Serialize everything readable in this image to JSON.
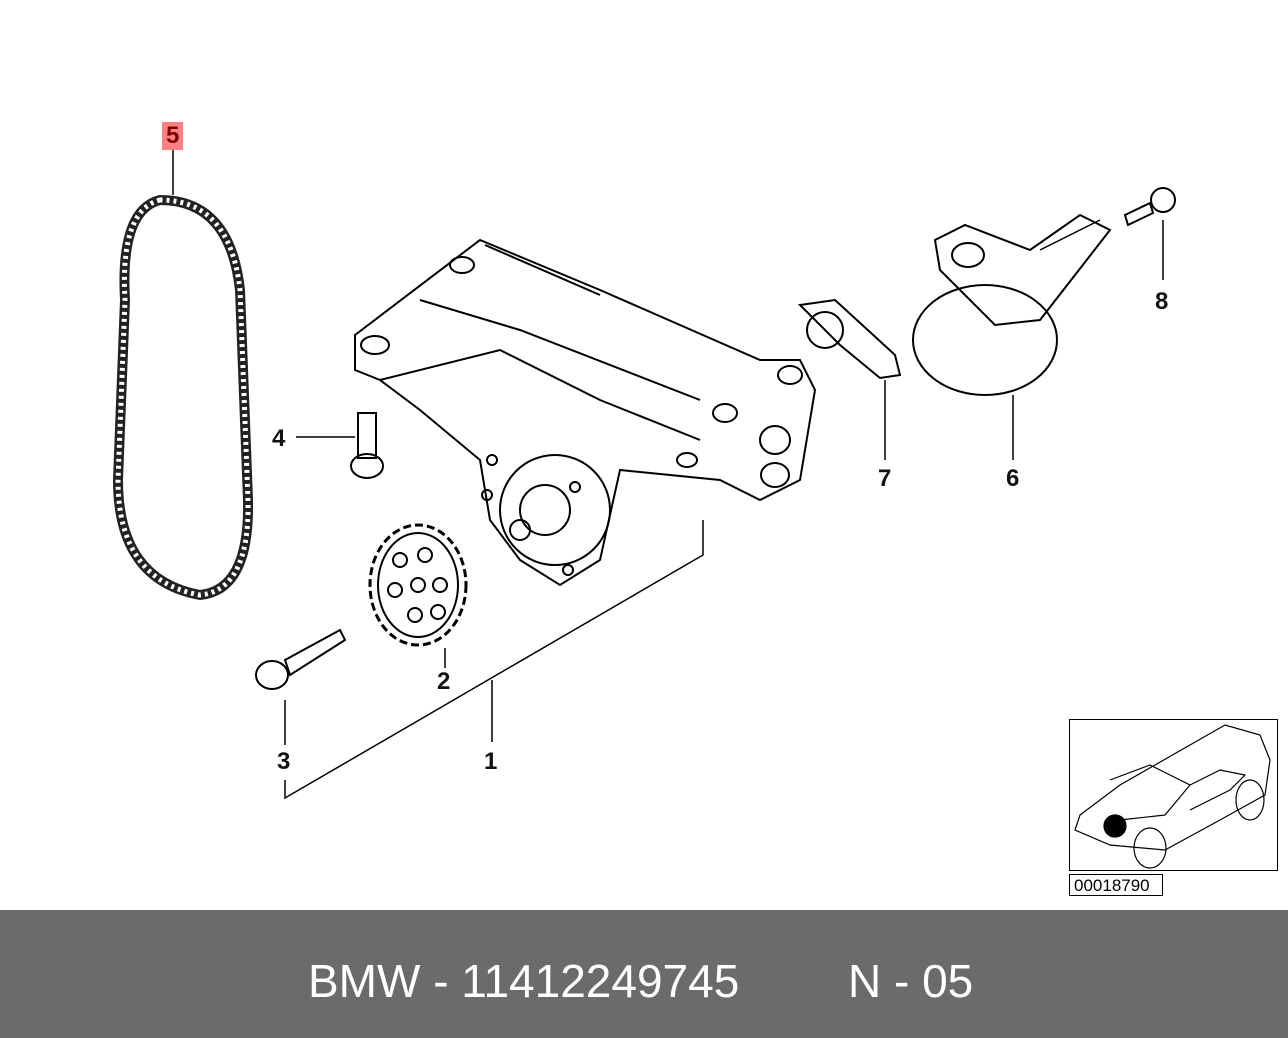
{
  "diagram": {
    "callouts": [
      {
        "id": "1",
        "label": "1"
      },
      {
        "id": "2",
        "label": "2"
      },
      {
        "id": "3",
        "label": "3"
      },
      {
        "id": "4",
        "label": "4"
      },
      {
        "id": "5",
        "label": "5",
        "highlighted": true
      },
      {
        "id": "6",
        "label": "6"
      },
      {
        "id": "7",
        "label": "7"
      },
      {
        "id": "8",
        "label": "8"
      }
    ],
    "highlight_color": "#ff8080",
    "highlight_text_color": "#800000",
    "reference_number": "00018790"
  },
  "footer": {
    "brand": "BMW - 11412249745",
    "code": "N - 05",
    "background": "#6b6b6b"
  }
}
